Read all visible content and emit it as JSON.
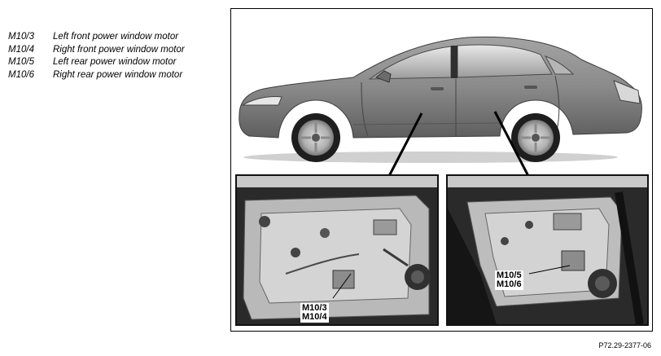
{
  "legend": [
    {
      "code": "M10/3",
      "description": "Left front power window motor"
    },
    {
      "code": "M10/4",
      "description": "Right front power window motor"
    },
    {
      "code": "M10/5",
      "description": "Left rear power window motor"
    },
    {
      "code": "M10/6",
      "description": "Right rear power window motor"
    }
  ],
  "callouts": {
    "front": [
      "M10/3",
      "M10/4"
    ],
    "rear": [
      "M10/5",
      "M10/6"
    ]
  },
  "figure_ref": "P72.29-2377-06",
  "colors": {
    "car_body": "#8a8a8a",
    "photo_dark": "#2a2a2a",
    "door_panel": "#b9b9b9"
  }
}
